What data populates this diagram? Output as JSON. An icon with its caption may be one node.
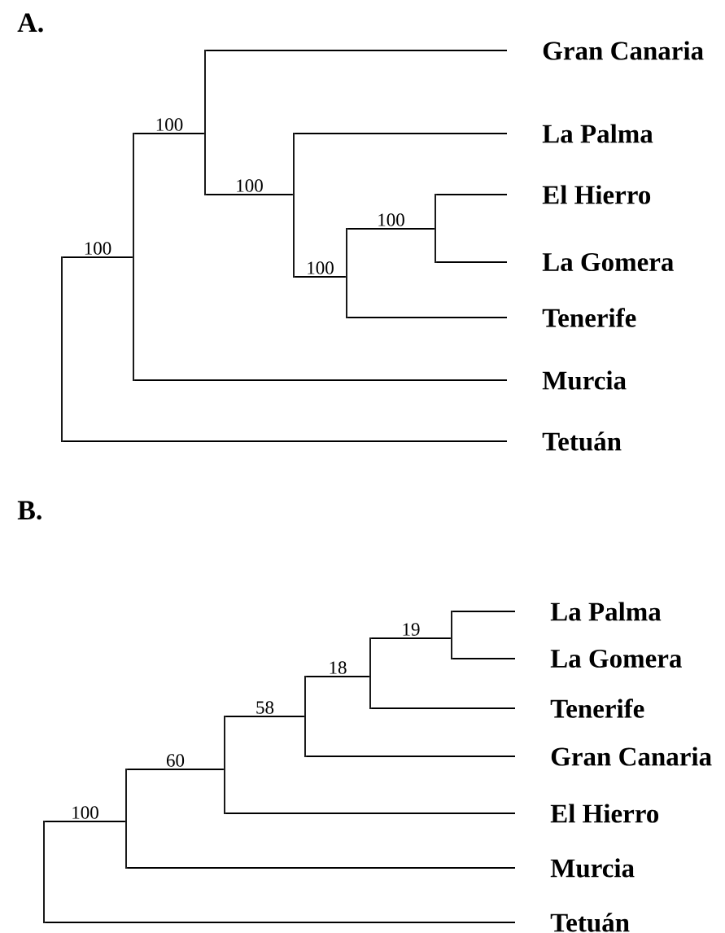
{
  "diagram": {
    "nodes": [
      {
        "text": [
          "Gran Canaria"
        ]
      },
      {
        "text": [
          "La Palma"
        ]
      },
      {
        "text": [
          "El Hierro"
        ]
      },
      {
        "text": [
          "La Gomera"
        ]
      },
      {
        "text": [
          "Tenerife"
        ]
      },
      {
        "text": [
          "Murcia"
        ]
      },
      {
        "text": [
          "Tetuán"
        ]
      },
      {
        "text": [],
        "shape": "bar"
      },
      {
        "text": [],
        "shape": "bar"
      },
      {
        "text": [],
        "shape": "bar"
      },
      {
        "text": [],
        "shape": "bar"
      },
      {
        "text": [],
        "shape": "bar"
      },
      {
        "text": [],
        "shape": "bar"
      },
      {
        "text": [
          "La Palma"
        ]
      },
      {
        "text": [
          "La Gomera"
        ]
      },
      {
        "text": [
          "Tenerife"
        ]
      },
      {
        "text": [
          "Gran Canaria"
        ]
      },
      {
        "text": [
          "El Hierro"
        ]
      },
      {
        "text": [
          "Murcia"
        ]
      },
      {
        "text": [
          "Tetuán"
        ]
      },
      {
        "text": [],
        "shape": "bar"
      },
      {
        "text": [],
        "shape": "bar"
      },
      {
        "text": [],
        "shape": "bar"
      },
      {
        "text": [],
        "shape": "bar"
      },
      {
        "text": [],
        "shape": "bar"
      },
      {
        "text": [],
        "shape": "bar"
      }
    ],
    "edges": [
      {
        "from": 7,
        "to": 8,
        "arrow": "none",
        "label": "100"
      },
      {
        "from": 7,
        "to": 6,
        "arrow": "none"
      },
      {
        "from": 8,
        "to": 9,
        "arrow": "none",
        "label": "100"
      },
      {
        "from": 8,
        "to": 5,
        "arrow": "none"
      },
      {
        "from": 9,
        "to": 0,
        "arrow": "none"
      },
      {
        "from": 9,
        "to": 10,
        "arrow": "none",
        "label": "100"
      },
      {
        "from": 10,
        "to": 1,
        "arrow": "none"
      },
      {
        "from": 10,
        "to": 11,
        "arrow": "none",
        "label": "100"
      },
      {
        "from": 11,
        "to": 12,
        "arrow": "none",
        "label": "100"
      },
      {
        "from": 11,
        "to": 4,
        "arrow": "none"
      },
      {
        "from": 12,
        "to": 2,
        "arrow": "none"
      },
      {
        "from": 12,
        "to": 3,
        "arrow": "none"
      },
      {
        "from": 20,
        "to": 21,
        "arrow": "none",
        "label": "100"
      },
      {
        "from": 20,
        "to": 19,
        "arrow": "none"
      },
      {
        "from": 21,
        "to": 22,
        "arrow": "none",
        "label": "60"
      },
      {
        "from": 21,
        "to": 18,
        "arrow": "none"
      },
      {
        "from": 22,
        "to": 23,
        "arrow": "none",
        "label": "58"
      },
      {
        "from": 22,
        "to": 17,
        "arrow": "none"
      },
      {
        "from": 23,
        "to": 24,
        "arrow": "none",
        "label": "18"
      },
      {
        "from": 23,
        "to": 16,
        "arrow": "none"
      },
      {
        "from": 24,
        "to": 25,
        "arrow": "none",
        "label": "19"
      },
      {
        "from": 24,
        "to": 15,
        "arrow": "none"
      },
      {
        "from": 25,
        "to": 13,
        "arrow": "none"
      },
      {
        "from": 25,
        "to": 14,
        "arrow": "none"
      }
    ],
    "labels": [
      "A.",
      "B."
    ]
  }
}
